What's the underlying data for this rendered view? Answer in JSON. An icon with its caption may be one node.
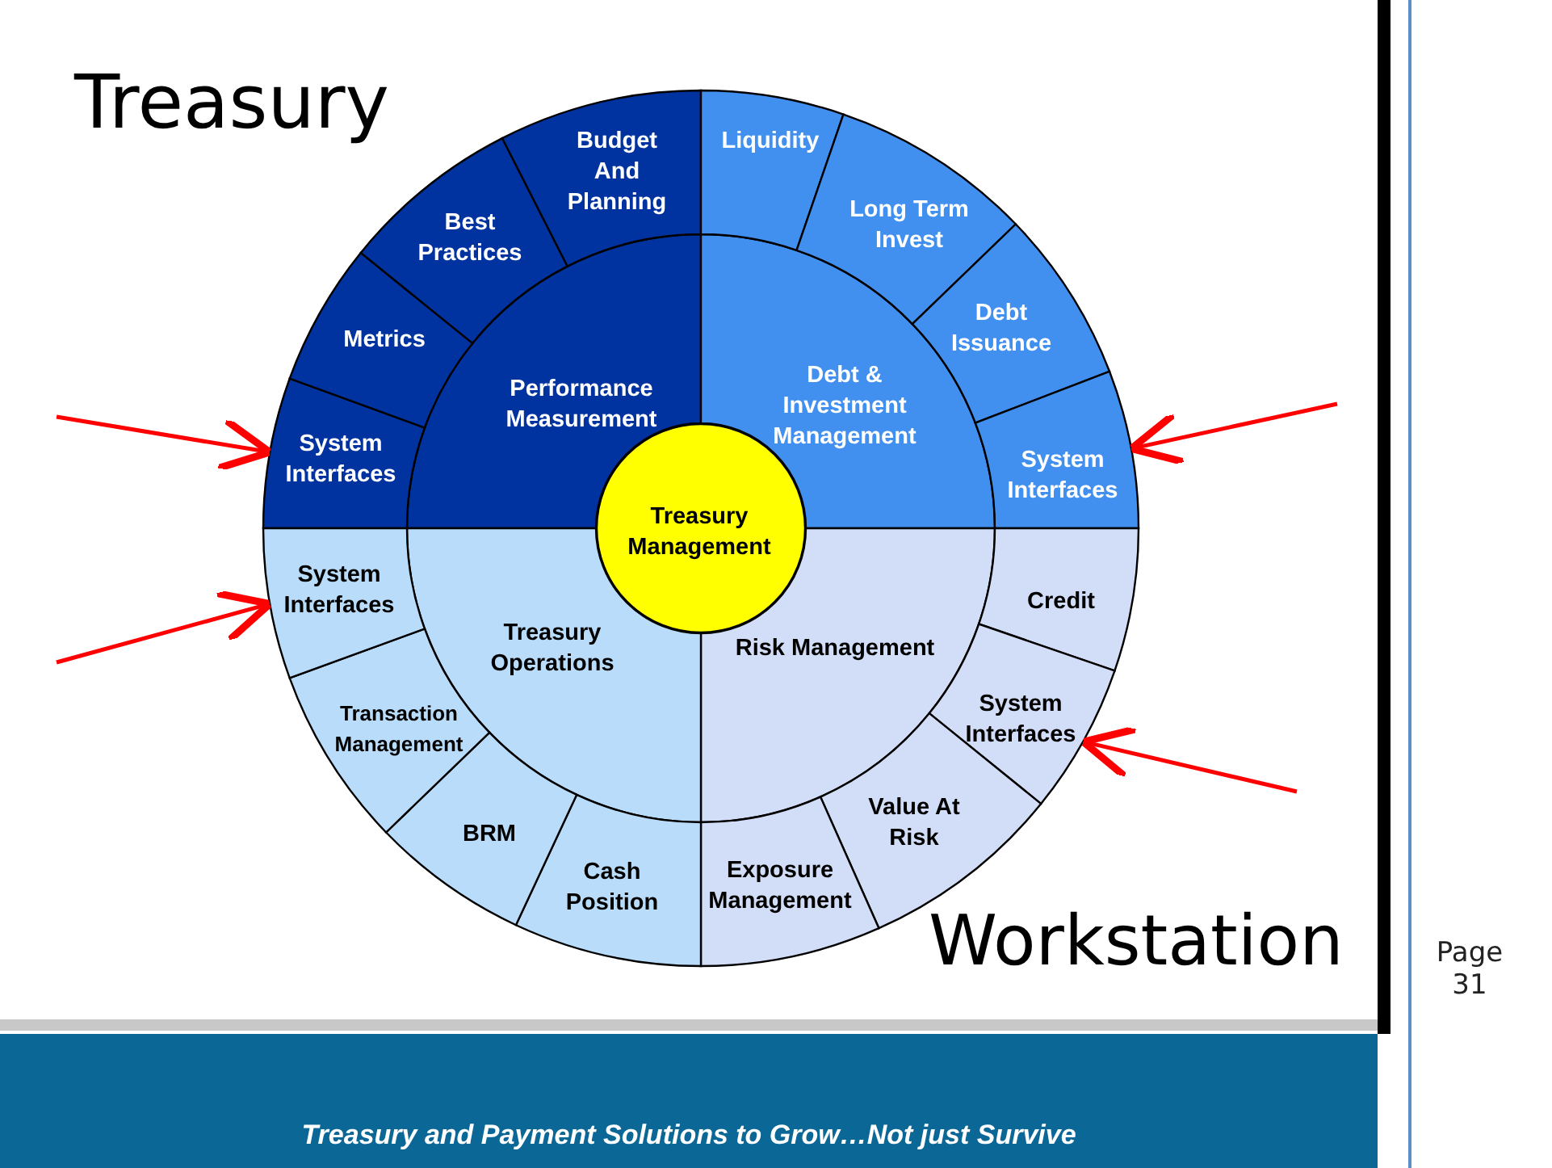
{
  "diagram": {
    "nodes": [
      {
        "text": [
          "Treasury Management"
        ]
      },
      {
        "text": [
          "Performance Measurement"
        ]
      },
      {
        "text": [
          "System Interfaces"
        ]
      },
      {
        "text": [
          "Metrics"
        ]
      },
      {
        "text": [
          "Best Practices"
        ]
      },
      {
        "text": [
          "Budget And Planning"
        ]
      },
      {
        "text": [
          "Debt & Investment Management"
        ]
      },
      {
        "text": [
          "Liquidity"
        ]
      },
      {
        "text": [
          "Long Term Invest"
        ]
      },
      {
        "text": [
          "Debt Issuance"
        ]
      },
      {
        "text": [
          "System Interfaces"
        ]
      },
      {
        "text": [
          "Risk Management"
        ]
      },
      {
        "text": [
          "Credit"
        ]
      },
      {
        "text": [
          "System Interfaces"
        ]
      },
      {
        "text": [
          "Value At Risk"
        ]
      },
      {
        "text": [
          "Exposure Management"
        ]
      },
      {
        "text": [
          "Treasury Operations"
        ]
      },
      {
        "text": [
          "Cash Position"
        ]
      },
      {
        "text": [
          "BRM"
        ]
      },
      {
        "text": [
          "Transaction Management"
        ]
      },
      {
        "text": [
          "System Interfaces"
        ]
      }
    ],
    "edges": [
      {
        "from": null,
        "to": 2,
        "arrow": "to"
      },
      {
        "from": null,
        "to": 20,
        "arrow": "to"
      },
      {
        "from": null,
        "to": 10,
        "arrow": "to"
      },
      {
        "from": null,
        "to": 13,
        "arrow": "to"
      }
    ],
    "labels": [
      "Treasury",
      "Workstation",
      "Page 31",
      "Treasury and Payment Solutions to Grow…Not just Survive"
    ]
  }
}
